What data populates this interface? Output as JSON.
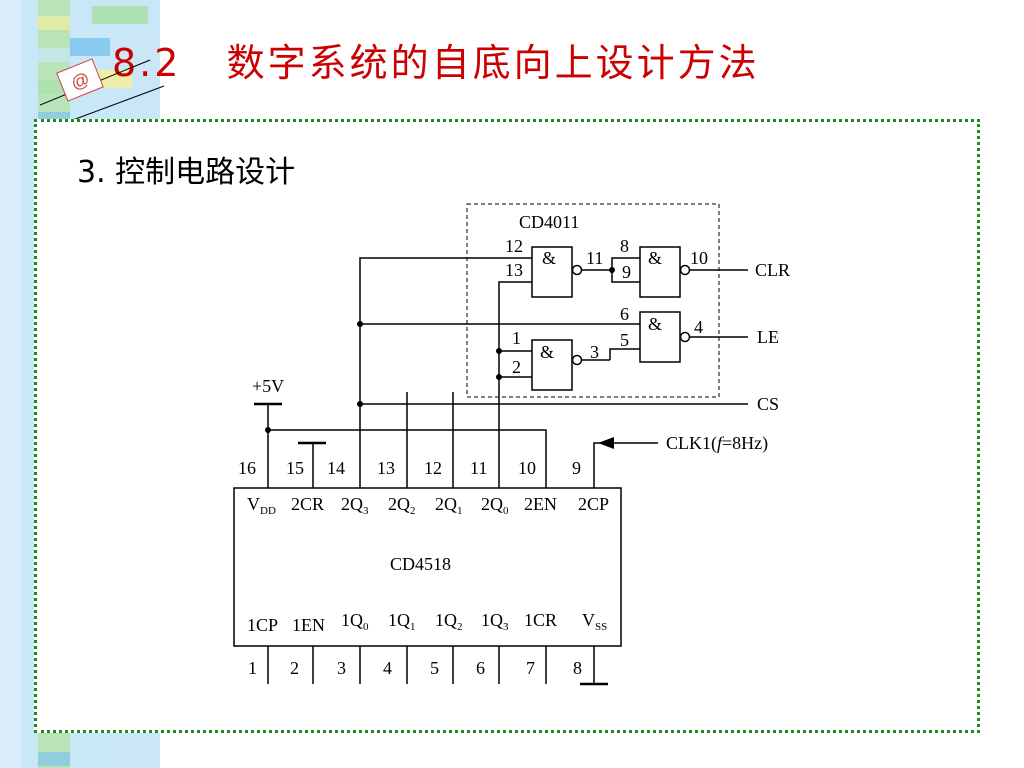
{
  "slide": {
    "title": "8.2   数字系统的自底向上设计方法",
    "subtitle": "3. 控制电路设计",
    "logo_symbol": "@"
  },
  "colors": {
    "title": "#cc0000",
    "frame_border": "#1e8a1e",
    "stripe_light": "#c9e7f7",
    "stripe_green": "#a9e0a9",
    "stripe_blue": "#7fc4ec",
    "stripe_yellow": "#f4ee9e"
  },
  "circuit": {
    "cd4011": {
      "label": "CD4011",
      "gate_symbol": "&",
      "pins": {
        "p12": "12",
        "p13": "13",
        "p11": "11",
        "p8": "8",
        "p9": "9",
        "p10": "10",
        "p6": "6",
        "p5": "5",
        "p4": "4",
        "p1": "1",
        "p2": "2",
        "p3": "3"
      }
    },
    "signals": {
      "clr": "CLR",
      "le": "LE",
      "cs": "CS",
      "clk": "CLK1(f=8Hz)",
      "clk_prefix": "CLK1(",
      "clk_f": "f",
      "clk_suffix": "=8Hz)"
    },
    "power": "+5V",
    "cd4518": {
      "label": "CD4518",
      "top_pin_numbers": [
        "16",
        "15",
        "14",
        "13",
        "12",
        "11",
        "10",
        "9"
      ],
      "bottom_pin_numbers": [
        "1",
        "2",
        "3",
        "4",
        "5",
        "6",
        "7",
        "8"
      ],
      "top_names": {
        "vdd_main": "V",
        "vdd_sub": "DD",
        "cr2": "2CR",
        "q3_main": "2Q",
        "q3_sub": "3",
        "q2_main": "2Q",
        "q2_sub": "2",
        "q1_main": "2Q",
        "q1_sub": "1",
        "q0_main": "2Q",
        "q0_sub": "0",
        "en2": "2EN",
        "cp2": "2CP"
      },
      "bottom_names": {
        "cp1": "1CP",
        "en1": "1EN",
        "q0_main": "1Q",
        "q0_sub": "0",
        "q1_main": "1Q",
        "q1_sub": "1",
        "q2_main": "1Q",
        "q2_sub": "2",
        "q3_main": "1Q",
        "q3_sub": "3",
        "cr1": "1CR",
        "vss_main": "V",
        "vss_sub": "SS"
      }
    }
  }
}
